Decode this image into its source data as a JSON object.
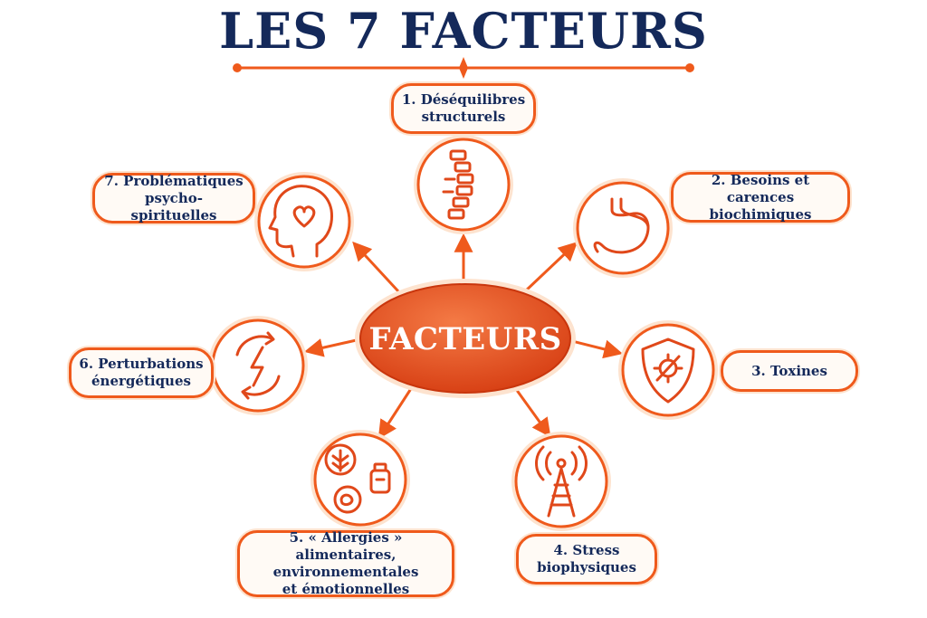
{
  "title": "LES 7 FACTEURS",
  "center": "FACTEURS",
  "colors": {
    "accent": "#ef5a1c",
    "navy": "#14295a",
    "center_fill": "#e0481a",
    "label_bg": "#fffaf5"
  },
  "factors": [
    {
      "label": "1. Déséquilibres\nstructurels",
      "icon": "spine-icon"
    },
    {
      "label": "2. Besoins et carences\nbiochimiques",
      "icon": "stomach-icon"
    },
    {
      "label": "3. Toxines",
      "icon": "shield-virus-icon"
    },
    {
      "label": "4. Stress\nbiophysiques",
      "icon": "antenna-tower-icon"
    },
    {
      "label": "5. « Allergies » alimentaires,\nenvironnementales\net émotionnelles",
      "icon": "allergens-icon"
    },
    {
      "label": "6. Perturbations\nénergétiques",
      "icon": "energy-cycle-icon"
    },
    {
      "label": "7. Problématiques\npsycho-spirituelles",
      "icon": "head-heart-icon"
    }
  ]
}
